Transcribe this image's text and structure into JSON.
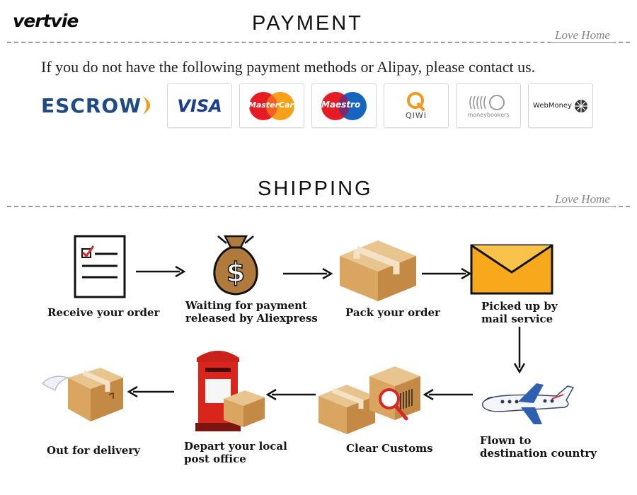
{
  "brand": "vertvie",
  "payment": {
    "title": "PAYMENT",
    "tag": "Love Home",
    "intro": "If you do not have the following payment methods or Alipay, please contact us.",
    "methods": [
      {
        "name": "ESCROW",
        "icon": "escrow-logo"
      },
      {
        "name": "VISA",
        "icon": "visa-logo"
      },
      {
        "name": "MasterCard",
        "icon": "mastercard-logo"
      },
      {
        "name": "Maestro",
        "icon": "maestro-logo"
      },
      {
        "name": "QIWI",
        "icon": "qiwi-logo"
      },
      {
        "name": "moneybookers",
        "icon": "moneybookers-logo"
      },
      {
        "name": "WebMoney",
        "icon": "webmoney-logo"
      }
    ]
  },
  "shipping": {
    "title": "SHIPPING",
    "tag": "Love Home",
    "steps": [
      {
        "label": "Receive your order",
        "icon": "order-checklist-icon"
      },
      {
        "label": "Waiting for payment released by Aliexpress",
        "icon": "money-bag-icon"
      },
      {
        "label": "Pack your order",
        "icon": "package-icon"
      },
      {
        "label": "Picked up by mail service",
        "icon": "envelope-icon"
      },
      {
        "label": "Flown to destination country",
        "icon": "airplane-icon"
      },
      {
        "label": "Clear Customs",
        "icon": "customs-boxes-icon"
      },
      {
        "label": "Depart your local post office",
        "icon": "postbox-icon"
      },
      {
        "label": "Out for delivery",
        "icon": "delivery-box-icon"
      }
    ]
  },
  "colors": {
    "escrow_blue": "#1e4a86",
    "escrow_orange": "#f29a1d",
    "visa_blue": "#1a3d8f",
    "mastercard_red": "#e61c24",
    "mastercard_orange": "#f7a11b",
    "maestro_red": "#e61c24",
    "maestro_blue": "#1565c0",
    "qiwi_orange": "#f29a1d",
    "envelope_orange": "#f7a91b",
    "post_red": "#d9261c",
    "box_tan": "#d9a560"
  }
}
